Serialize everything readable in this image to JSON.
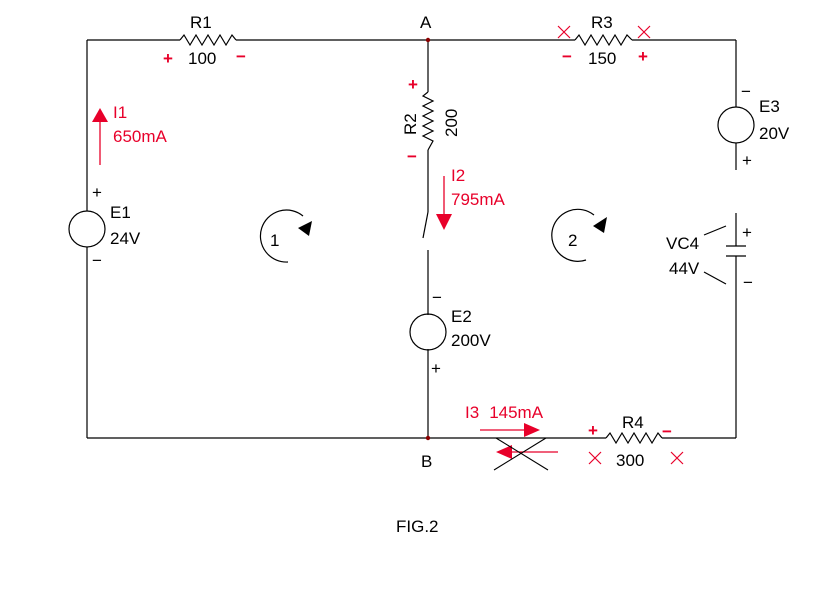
{
  "nodes": {
    "a": "A",
    "b": "B"
  },
  "r1": {
    "name": "R1",
    "value": "100",
    "plus": "+",
    "minus": "−"
  },
  "r2": {
    "name": "R2",
    "value": "200",
    "plus": "+",
    "minus": "−"
  },
  "r3": {
    "name": "R3",
    "value": "150",
    "plus": "+",
    "minus": "−"
  },
  "r4": {
    "name": "R4",
    "value": "300",
    "plus": "+",
    "minus": "−"
  },
  "e1": {
    "name": "E1",
    "value": "24V",
    "plus": "+",
    "minus": "−"
  },
  "e2": {
    "name": "E2",
    "value": "200V",
    "plus": "+",
    "minus": "−"
  },
  "e3": {
    "name": "E3",
    "value": "20V",
    "plus": "+",
    "minus": "−"
  },
  "vc4": {
    "name": "VC4",
    "value": "44V",
    "plus": "+",
    "minus": "−"
  },
  "currents": {
    "i1": {
      "name": "I1",
      "value": "650mA"
    },
    "i2": {
      "name": "I2",
      "value": "795mA"
    },
    "i3": {
      "name": "I3",
      "value": "145mA"
    }
  },
  "loops": {
    "loop1": "1",
    "loop2": "2"
  },
  "caption": "FIG.2",
  "colors": {
    "annotation": "#e8002a",
    "wire": "#000000"
  }
}
